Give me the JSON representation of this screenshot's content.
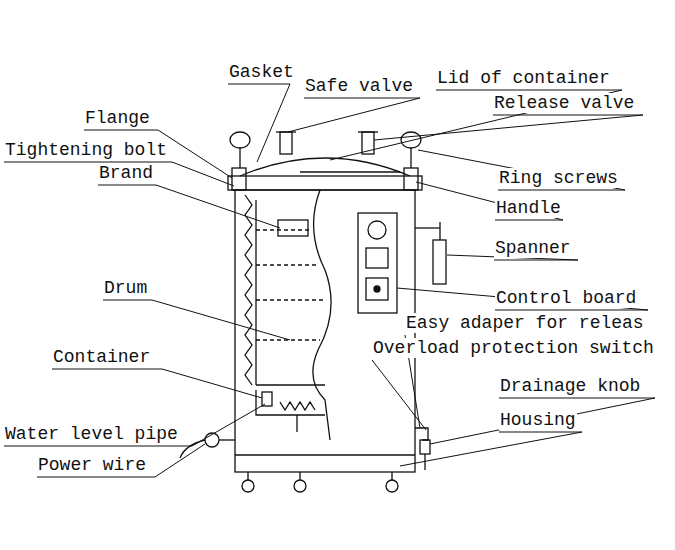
{
  "diagram": {
    "labels": [
      "Gasket",
      "Safe valve",
      "Lid of container",
      "Release valve",
      "Flange",
      "Tightening bolt",
      "Brand",
      "Ring screws",
      "Handle",
      "Spanner",
      "Drum",
      "Control board",
      "Easy adaper for releas",
      "Overload protection switch",
      "Container",
      "Drainage knob",
      "Housing",
      "Water level pipe",
      "Power wire"
    ]
  }
}
